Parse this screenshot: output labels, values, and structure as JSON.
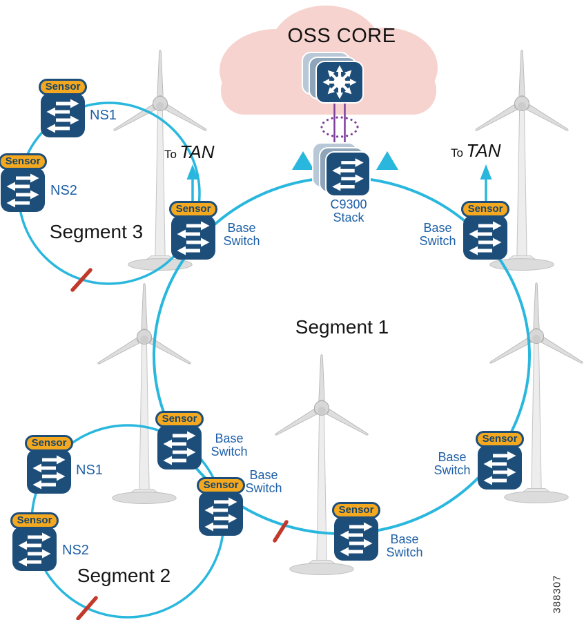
{
  "cloud": {
    "title": "OSS CORE"
  },
  "core": {
    "stack_label": "C9300 Stack"
  },
  "labels": {
    "sensor": "Sensor",
    "base_switch": "Base Switch"
  },
  "ns": {
    "ns1": "NS1",
    "ns2": "NS2"
  },
  "segments": {
    "s1": "Segment 1",
    "s2": "Segment 2",
    "s3": "Segment 3"
  },
  "tan": {
    "prefix": "To",
    "target": "TAN"
  },
  "figure_number": "388307",
  "colors": {
    "ring_cyan": "#29b7de",
    "switch_navy": "#1d4e7a",
    "sensor_orange": "#f3a81f",
    "label_blue": "#1d5fa6",
    "cloud_pink": "#f6d3ce",
    "link_purple": "#7e3f9d",
    "fault_red": "#c0392b"
  }
}
